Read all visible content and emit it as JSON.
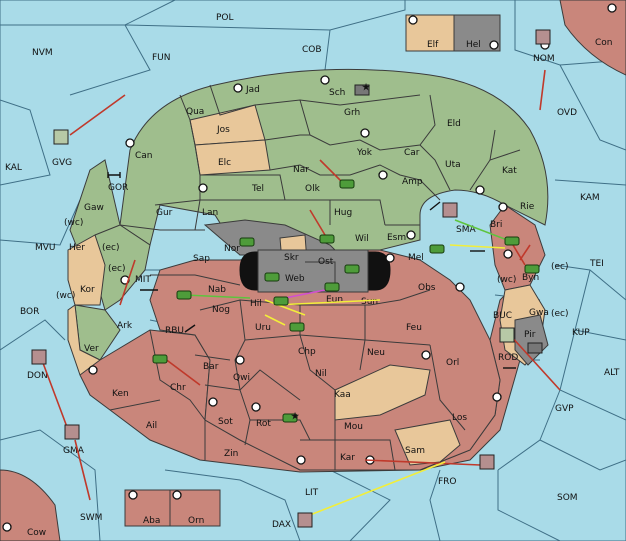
{
  "colors": {
    "sea": "#a9dbe8",
    "green_power": "#9fbe8d",
    "tan_neutral": "#e8c79a",
    "red_power": "#c9867b",
    "grey_power": "#8a8a8a",
    "black_power": "#111111",
    "order_red": "#c0392b",
    "order_yellow": "#f2ee3a",
    "order_green": "#5ec43e",
    "order_magenta": "#d14fd1"
  },
  "sea_labels": [
    "POL",
    "NVM",
    "FUN",
    "COB",
    "Con",
    "NOM",
    "OVD",
    "KAL",
    "GVG",
    "GOR",
    "KAM",
    "MVU",
    "MIT",
    "SMA",
    "TEI",
    "BOR",
    "RBU",
    "BUC",
    "KUP",
    "ALT",
    "DON",
    "ROD",
    "GVP",
    "GMA",
    "SWM",
    "LIT",
    "FRO",
    "SOM",
    "DAX",
    "Cow"
  ],
  "land_labels": [
    "Elf",
    "Hel",
    "Jad",
    "Sch",
    "Qua",
    "Grh",
    "Jos",
    "Eld",
    "Can",
    "Yok",
    "Car",
    "Elc",
    "Nar",
    "Uta",
    "Kat",
    "Olk",
    "Amp",
    "Gaw",
    "Tel",
    "Rie",
    "Gur",
    "Lan",
    "Hug",
    "Bri",
    "Her",
    "(wc)",
    "(ec)",
    "Nor",
    "Skr",
    "Wil",
    "Esm",
    "Mel",
    "Byn",
    "Kor",
    "Sap",
    "Ost",
    "Web",
    "Nab",
    "Obs",
    "Gwa",
    "Hil",
    "Eun",
    "Sun",
    "Ark",
    "Nog",
    "Uru",
    "Feu",
    "Pir",
    "Ver",
    "Chp",
    "Neu",
    "Bar",
    "Qwi",
    "Nil",
    "Orl",
    "Ken",
    "Chr",
    "Kaa",
    "Ail",
    "Sot",
    "Rot",
    "Mou",
    "Los",
    "Zin",
    "Kar",
    "Sam",
    "Aba",
    "Orn"
  ],
  "coast_labels": {
    "her_wc": "(wc)",
    "her_ec": "(ec)",
    "kor_wc": "(wc)",
    "kor_ec": "(ec)",
    "byn_wc": "(wc)",
    "byn_ec": "(ec)",
    "gwa_ec": "(ec)"
  },
  "units": {
    "armies": [
      "Olk",
      "Hug",
      "Nor",
      "Ost",
      "Web",
      "Mel",
      "Bri",
      "Nab",
      "Eun",
      "Hil",
      "Uru",
      "Chr",
      "Rot",
      "Byn"
    ],
    "fleets": [
      "Sch",
      "NOM",
      "GVG",
      "SMA",
      "DON",
      "GMA",
      "ROD",
      "Pir",
      "FRO",
      "DAX"
    ]
  },
  "orders": {
    "red_moves": 12,
    "yellow_moves": 5,
    "green_moves": 2,
    "magenta_moves": 1
  }
}
